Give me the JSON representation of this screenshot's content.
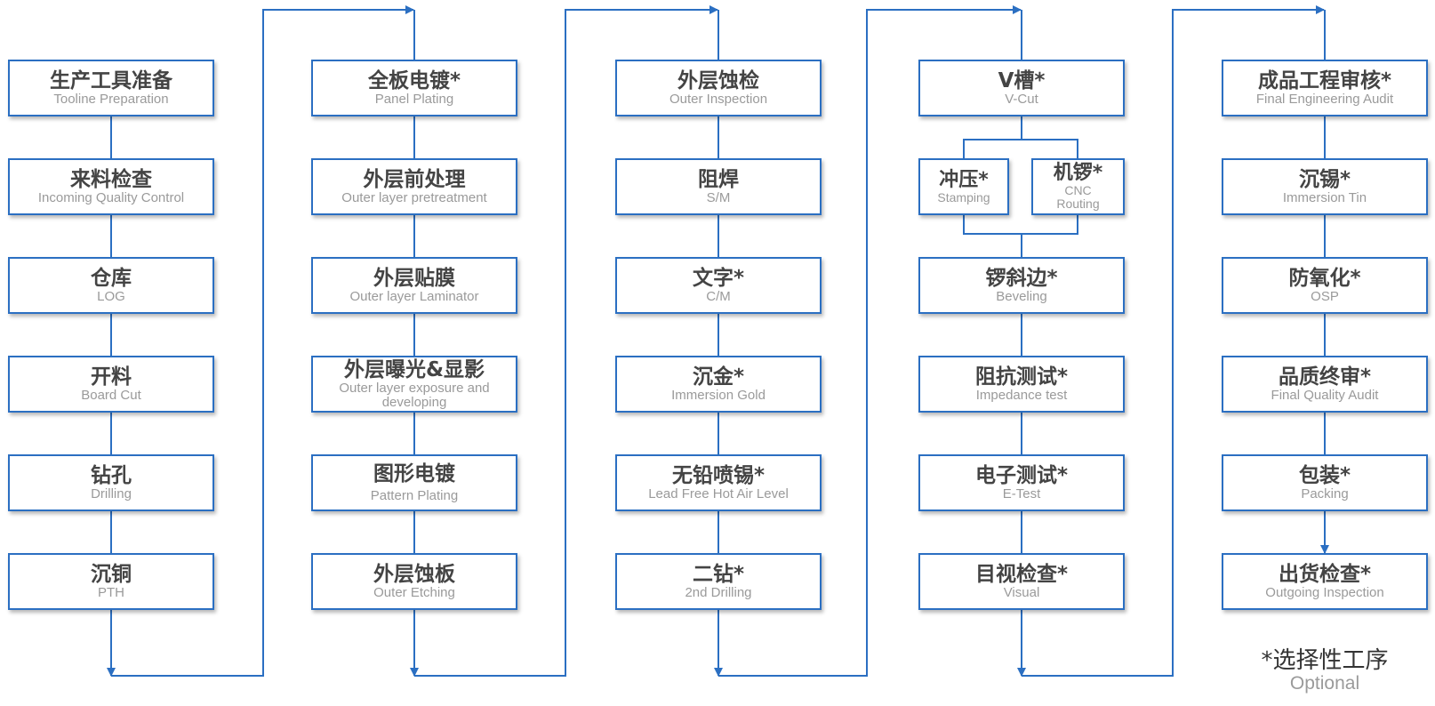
{
  "colors": {
    "line": "#2b6fc2",
    "box_border": "#2b6fc2",
    "cn_text": "#444444",
    "en_text": "#9a9a9a"
  },
  "columns": [
    {
      "steps": [
        {
          "cn": "生产工具准备",
          "en": "Tooline Preparation"
        },
        {
          "cn": "来料检查",
          "en": "Incoming Quality Control"
        },
        {
          "cn": "仓库",
          "en": "LOG"
        },
        {
          "cn": "开料",
          "en": "Board Cut"
        },
        {
          "cn": "钻孔",
          "en": "Drilling"
        },
        {
          "cn": "沉铜",
          "en": "PTH"
        }
      ]
    },
    {
      "steps": [
        {
          "cn": "全板电镀*",
          "en": "Panel Plating"
        },
        {
          "cn": "外层前处理",
          "en": "Outer layer pretreatment"
        },
        {
          "cn": "外层贴膜",
          "en": "Outer layer Laminator"
        },
        {
          "cn": "外层曝光&显影",
          "en": "Outer layer exposure and developing"
        },
        {
          "cn": "图形电镀",
          "en": "Pattern Plating"
        },
        {
          "cn": "外层蚀板",
          "en": "Outer Etching"
        }
      ]
    },
    {
      "steps": [
        {
          "cn": "外层蚀检",
          "en": "Outer Inspection"
        },
        {
          "cn": "阻焊",
          "en": "S/M"
        },
        {
          "cn": "文字*",
          "en": "C/M"
        },
        {
          "cn": "沉金*",
          "en": "Immersion Gold"
        },
        {
          "cn": "无铅喷锡*",
          "en": "Lead Free Hot Air Level"
        },
        {
          "cn": "二钻*",
          "en": "2nd Drilling"
        }
      ]
    },
    {
      "steps": [
        {
          "cn": "V槽*",
          "en": "V-Cut"
        },
        {
          "cn": "冲压*",
          "en": "Stamping"
        },
        {
          "cn": "机锣*",
          "en": "CNC Routing"
        },
        {
          "cn": "锣斜边*",
          "en": "Beveling"
        },
        {
          "cn": "阻抗测试*",
          "en": "Impedance test"
        },
        {
          "cn": "电子测试*",
          "en": "E-Test"
        },
        {
          "cn": "目视检查*",
          "en": "Visual"
        }
      ]
    },
    {
      "steps": [
        {
          "cn": "成品工程审核*",
          "en": "Final Engineering Audit"
        },
        {
          "cn": "沉锡*",
          "en": "Immersion Tin"
        },
        {
          "cn": "防氧化*",
          "en": "OSP"
        },
        {
          "cn": "品质终审*",
          "en": "Final Quality Audit"
        },
        {
          "cn": "包装*",
          "en": "Packing"
        },
        {
          "cn": "出货检查*",
          "en": "Outgoing Inspection"
        }
      ]
    }
  ],
  "legend": {
    "cn": "*选择性工序",
    "en": "Optional"
  }
}
